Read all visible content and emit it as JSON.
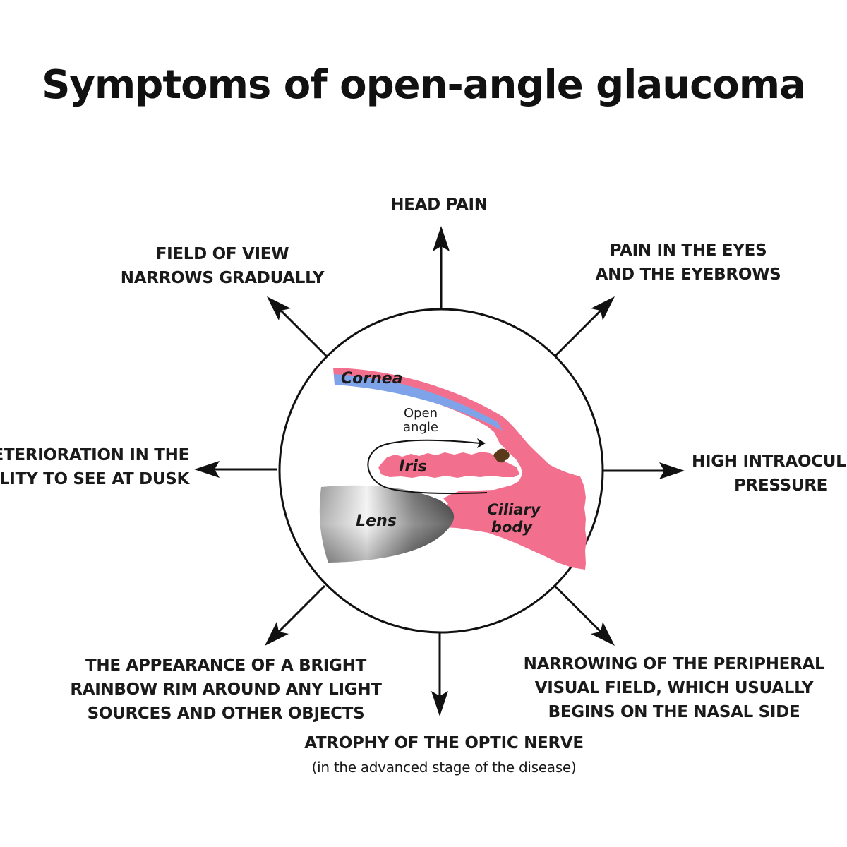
{
  "title": "Symptoms of open-angle glaucoma",
  "symptoms": {
    "top": "HEAD PAIN",
    "top_left": [
      "FIELD OF VIEW",
      "NARROWS GRADUALLY"
    ],
    "top_right": [
      "PAIN IN THE EYES",
      "AND THE EYEBROWS"
    ],
    "left": [
      "ETERIORATION IN THE",
      "BILITY TO SEE AT DUSK"
    ],
    "right": [
      "HIGH INTRAOCUL",
      "PRESSURE"
    ],
    "bottom_left": [
      "THE APPEARANCE OF A BRIGHT",
      "RAINBOW RIM AROUND ANY LIGHT",
      "SOURCES AND OTHER OBJECTS"
    ],
    "bottom_right": [
      "NARROWING OF THE PERIPHERAL",
      "VISUAL FIELD, WHICH USUALLY",
      "BEGINS ON THE NASAL SIDE"
    ],
    "bottom": "ATROPHY OF THE OPTIC NERVE",
    "bottom_note": "(in the advanced stage of the disease)"
  },
  "eye_diagram": {
    "cornea": "Cornea",
    "open_angle": [
      "Open",
      "angle"
    ],
    "iris": "Iris",
    "lens": "Lens",
    "ciliary_body": [
      "Ciliary",
      "body"
    ]
  },
  "colors": {
    "tissue_pink": "#f2708e",
    "cornea_blue": "#7fa3e8",
    "lens_gray": "#8a8a8a",
    "line": "#111111"
  }
}
